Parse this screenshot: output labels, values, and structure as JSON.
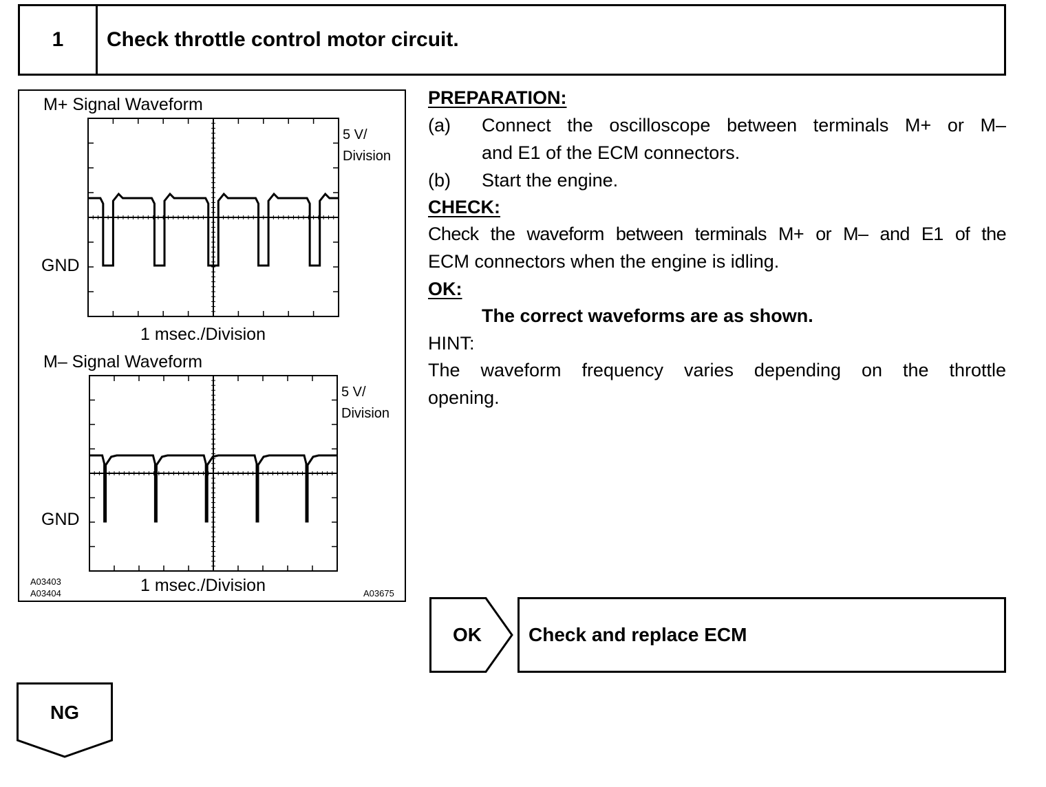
{
  "step": {
    "number": "1",
    "title": "Check throttle control motor circuit."
  },
  "figure": {
    "panels": [
      {
        "title": "M+ Signal Waveform",
        "volts_label_1": "5 V/",
        "volts_label_2": "Division",
        "gnd_label": "GND",
        "time_label": "1 msec./Division"
      },
      {
        "title": "M– Signal Waveform",
        "volts_label_1": "5 V/",
        "volts_label_2": "Division",
        "gnd_label": "GND",
        "time_label": "1 msec./Division"
      }
    ],
    "codes": {
      "left_1": "A03403",
      "left_2": "A03404",
      "right": "A03675"
    }
  },
  "instructions": {
    "preparation_heading": "PREPARATION:",
    "steps": [
      {
        "marker": "(a)",
        "line1": "Connect the oscilloscope between terminals M+ or M–",
        "line2": "and E1 of the ECM connectors."
      },
      {
        "marker": "(b)",
        "line1": "Start the engine.",
        "line2": ""
      }
    ],
    "check_heading": "CHECK:",
    "check_line1": "Check the waveform between terminals M+ or M– and E1 of the",
    "check_line2": "ECM connectors when the engine is idling.",
    "ok_heading": "OK:",
    "ok_text": "The correct waveforms are as shown.",
    "hint_heading": "HINT:",
    "hint_line1": "The waveform frequency varies depending on the throttle",
    "hint_line2": "opening."
  },
  "result": {
    "ok_label": "OK",
    "ok_action": "Check and replace ECM",
    "ng_label": "NG"
  }
}
